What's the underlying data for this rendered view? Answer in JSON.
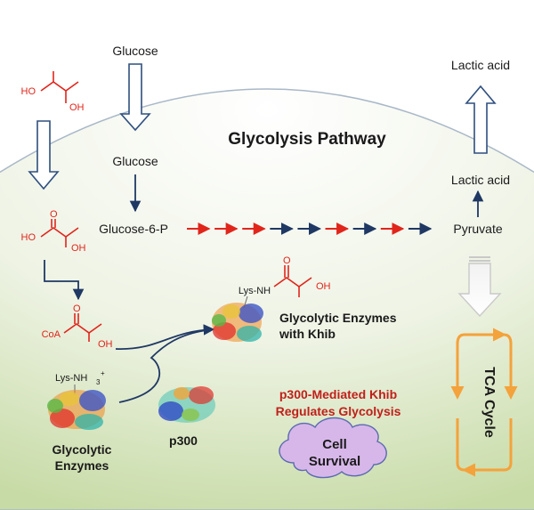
{
  "title": "Glycolysis Pathway",
  "nodes": {
    "glucose_out": "Glucose",
    "glucose_in": "Glucose",
    "g6p": "Glucose-6-P",
    "pyruvate": "Pyruvate",
    "lactic_in": "Lactic acid",
    "lactic_out": "Lactic acid",
    "enzymes_khib_1": "Glycolytic Enzymes",
    "enzymes_khib_2": "with Khib",
    "enzymes_1": "Glycolytic",
    "enzymes_2": "Enzymes",
    "p300": "p300",
    "tca": "TCA Cycle",
    "cell_survival_1": "Cell",
    "cell_survival_2": "Survival"
  },
  "caption": {
    "line1": "p300-Mediated Khib",
    "line2": "Regulates Glycolysis"
  },
  "chem": {
    "ho_top": "HO",
    "oh_top": "OH",
    "o_mid": "O",
    "ho_mid": "HO",
    "oh_mid": "OH",
    "o_coa": "O",
    "coa": "CoA",
    "oh_coa": "OH",
    "lys_nh": "Lys-NH",
    "o_lys": "O",
    "oh_lys": "OH",
    "lys_nh3": "Lys-NH",
    "nh3_sub": "3",
    "nh3_sup": "+"
  },
  "colors": {
    "red": "#e1251b",
    "navy": "#1f3864",
    "tca_orange": "#f4a23b",
    "cloud": "#d7b7e9"
  },
  "edges": [
    {
      "from": "glucose_out",
      "to": "glucose_in",
      "style": "hollow"
    },
    {
      "from": "glucose_in",
      "to": "g6p",
      "style": "solid"
    },
    {
      "from": "g6p",
      "to": "pyruvate",
      "style": "chain"
    },
    {
      "from": "pyruvate",
      "to": "lactic_in",
      "style": "solid"
    },
    {
      "from": "lactic_in",
      "to": "lactic_out",
      "style": "hollow"
    },
    {
      "from": "pyruvate",
      "to": "tca",
      "style": "hollow"
    }
  ]
}
